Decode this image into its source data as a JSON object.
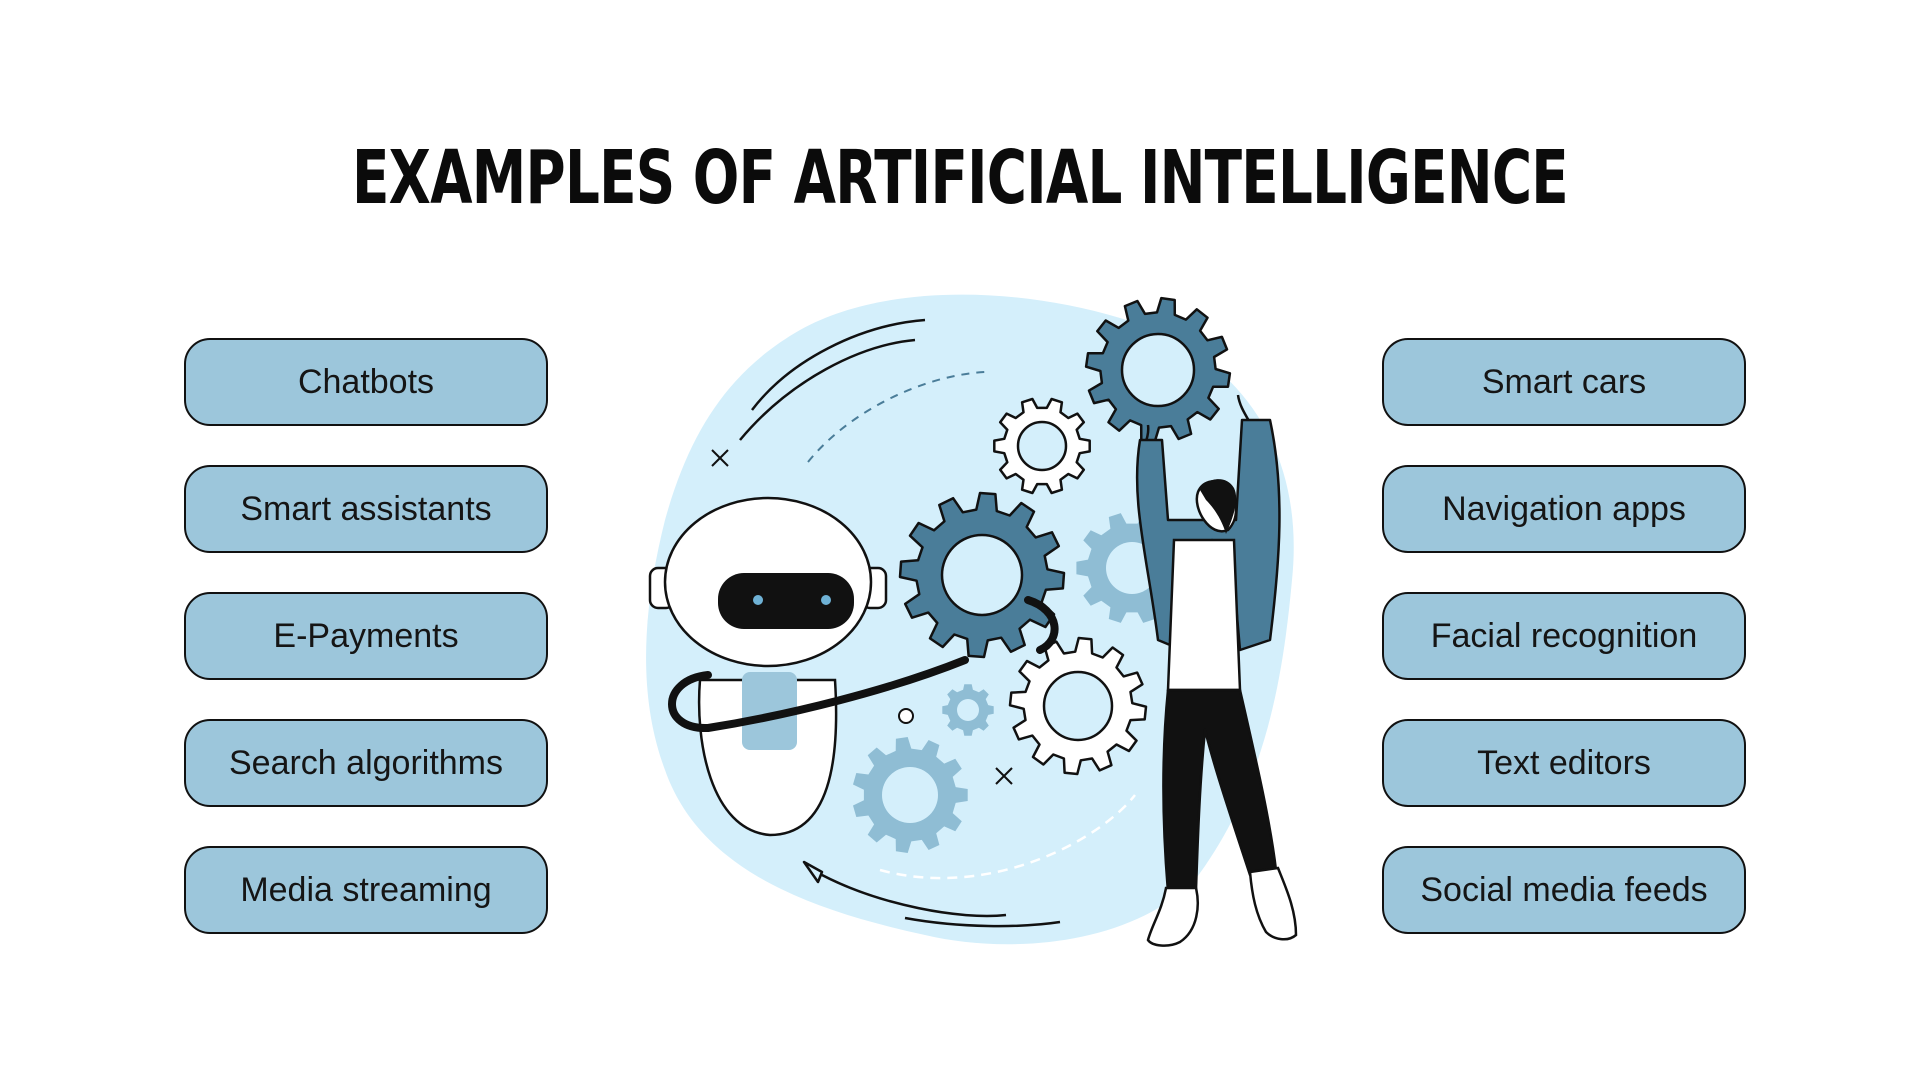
{
  "title": "EXAMPLES OF ARTIFICIAL INTELLIGENCE",
  "left_items": [
    {
      "label": "Chatbots"
    },
    {
      "label": "Smart assistants"
    },
    {
      "label": "E-Payments"
    },
    {
      "label": "Search algorithms"
    },
    {
      "label": "Media streaming"
    }
  ],
  "right_items": [
    {
      "label": "Smart cars"
    },
    {
      "label": "Navigation apps"
    },
    {
      "label": "Facial recognition"
    },
    {
      "label": "Text editors"
    },
    {
      "label": "Social media feeds"
    }
  ],
  "colors": {
    "pill_fill": "#9cc6db",
    "pill_border": "#111111",
    "blob": "#d4effb",
    "gear_dark": "#4a7d99",
    "gear_light": "#8fbdd4",
    "text": "#0b0b0b"
  },
  "illustration": {
    "icons": [
      "robot-icon",
      "gear-icon",
      "person-icon"
    ]
  }
}
